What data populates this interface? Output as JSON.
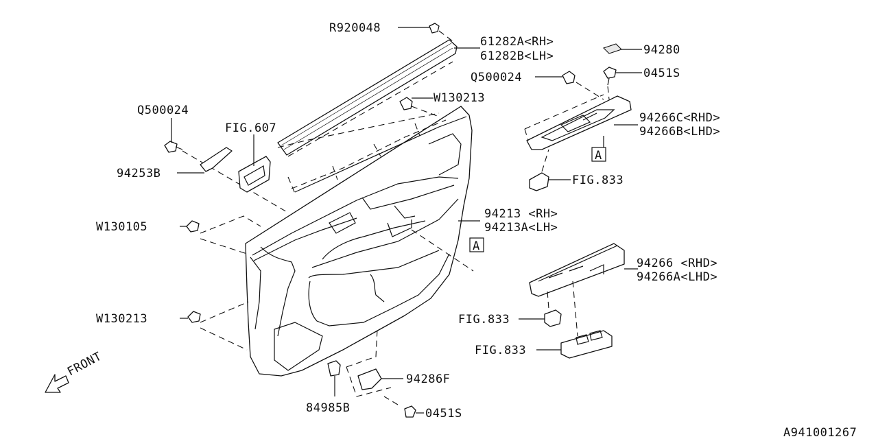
{
  "diagram": {
    "code": "A941001267",
    "front_label": "FRONT",
    "ref_marker": "A",
    "callouts": {
      "r920048": "R920048",
      "molding_rh": "61282A<RH>",
      "molding_lh": "61282B<LH>",
      "n94280": "94280",
      "q500024_top": "Q500024",
      "n0451s_top": "0451S",
      "w130213_top": "W130213",
      "q500024_left": "Q500024",
      "fig607": "FIG.607",
      "sw_panel_rhd": "94266C<RHD>",
      "sw_panel_lhd": "94266B<LHD>",
      "n94253b": "94253B",
      "fig833_a": "FIG.833",
      "trim_rh": "94213 <RH>",
      "trim_lh": "94213A<LH>",
      "w130105": "W130105",
      "sw_base_rhd": "94266 <RHD>",
      "sw_base_lhd": "94266A<LHD>",
      "w130213_bottom": "W130213",
      "fig833_b": "FIG.833",
      "fig833_c": "FIG.833",
      "n94286f": "94286F",
      "n84985b": "84985B",
      "n0451s_bottom": "0451S"
    }
  }
}
